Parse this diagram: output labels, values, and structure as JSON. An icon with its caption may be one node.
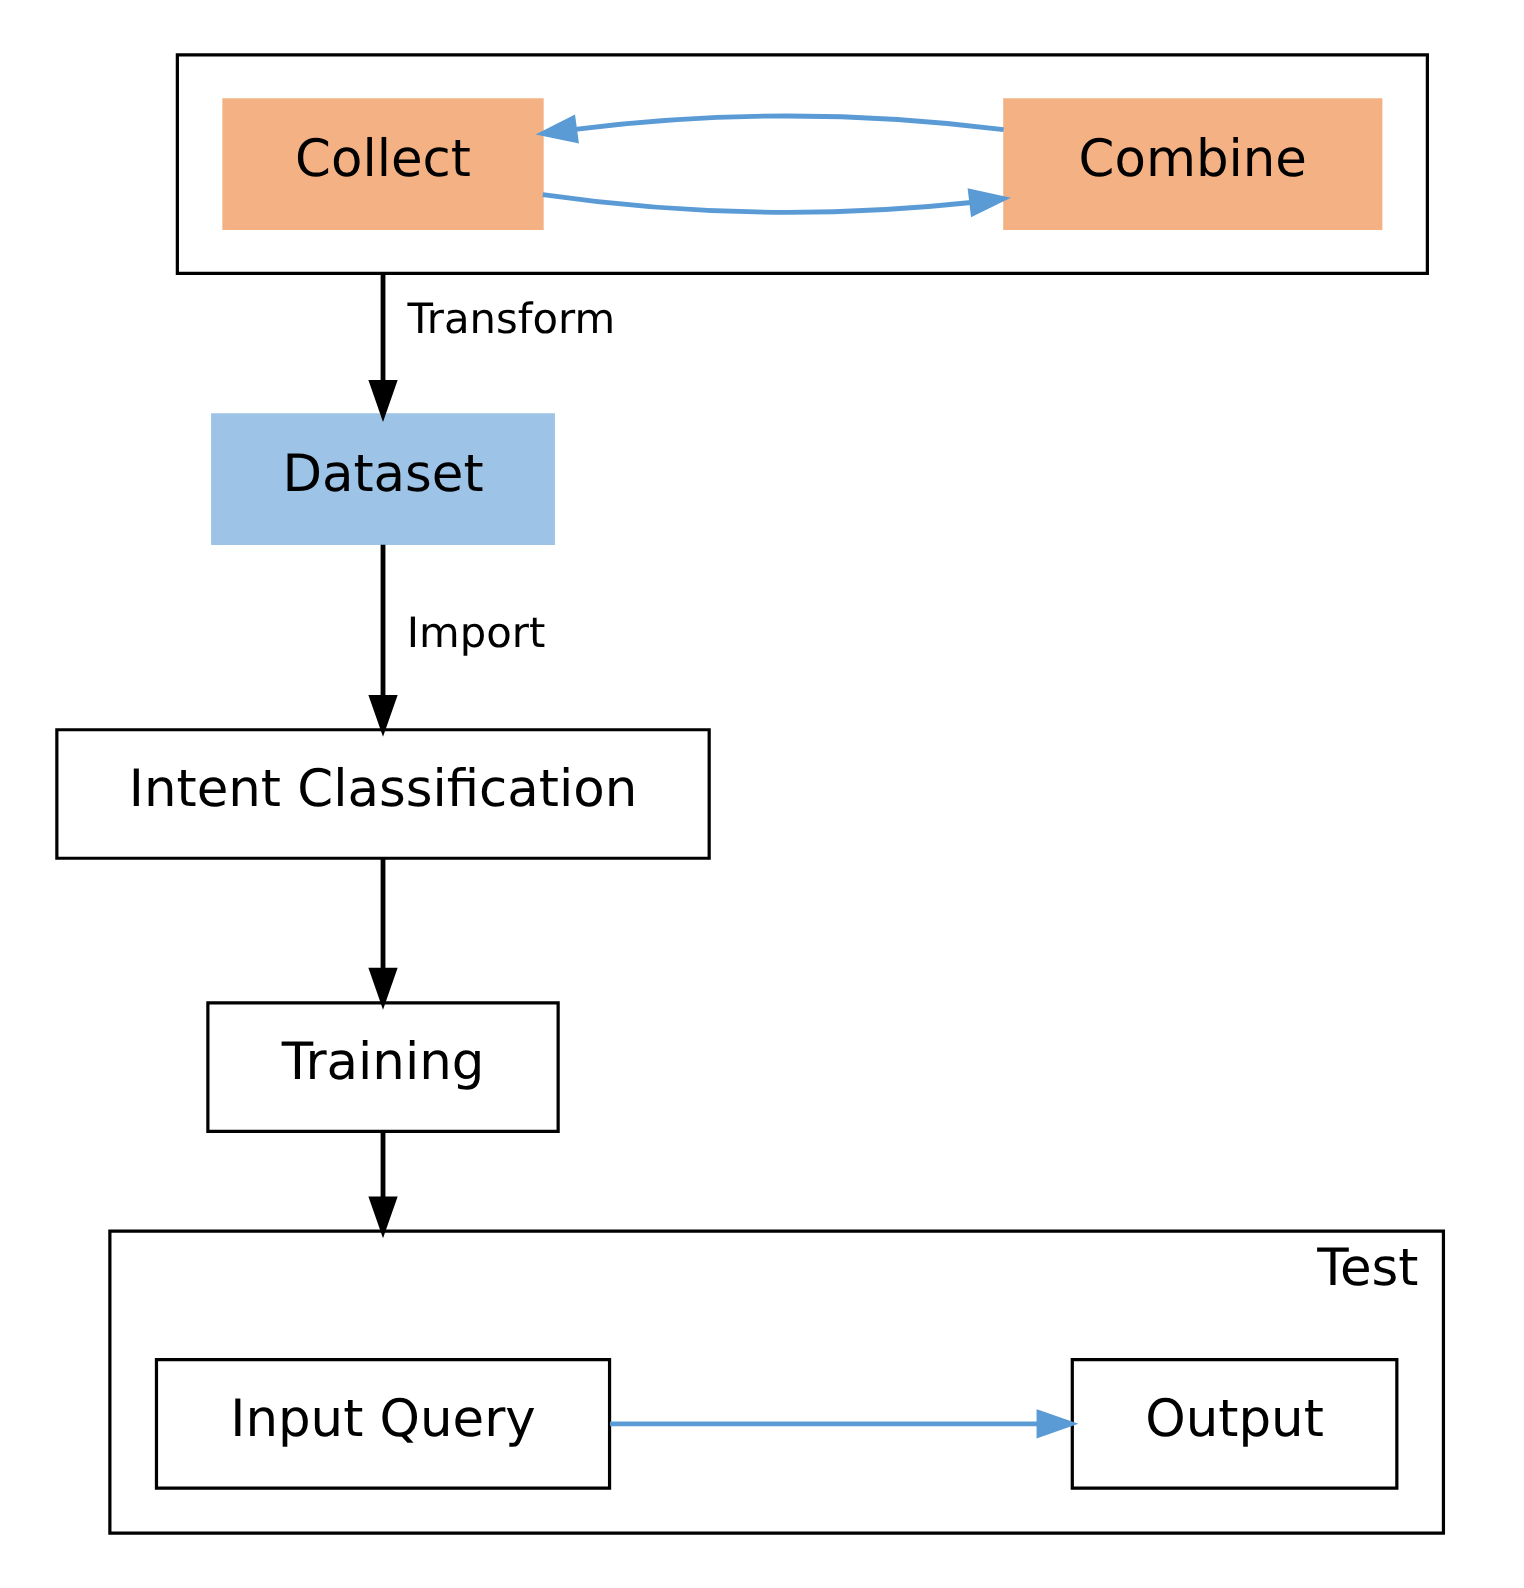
{
  "diagram": {
    "nodes": [
      {
        "text": [],
        "shape": "box"
      },
      {
        "text": [
          "Collect"
        ],
        "in": 0
      },
      {
        "text": [
          "Combine"
        ],
        "in": 0
      },
      {
        "text": [
          "Dataset"
        ]
      },
      {
        "text": [
          "Intent Classification"
        ]
      },
      {
        "text": [
          "Training"
        ]
      },
      {
        "text": [
          "Test"
        ]
      },
      {
        "text": [
          "Input Query"
        ],
        "in": 6
      },
      {
        "text": [
          "Output"
        ],
        "in": 6
      }
    ],
    "edges": [
      {
        "from": 1,
        "to": 2,
        "arrow": "to",
        "color": "#5b9bd5"
      },
      {
        "from": 2,
        "to": 1,
        "arrow": "to",
        "color": "#5b9bd5"
      },
      {
        "from": 0,
        "to": 3,
        "arrow": "to",
        "label": "Transform",
        "color": "#000000"
      },
      {
        "from": 3,
        "to": 4,
        "arrow": "to",
        "label": "Import",
        "color": "#000000"
      },
      {
        "from": 4,
        "to": 5,
        "arrow": "to",
        "color": "#000000"
      },
      {
        "from": 5,
        "to": 6,
        "arrow": "to",
        "color": "#000000"
      },
      {
        "from": 7,
        "to": 8,
        "arrow": "to",
        "color": "#5b9bd5"
      }
    ]
  }
}
